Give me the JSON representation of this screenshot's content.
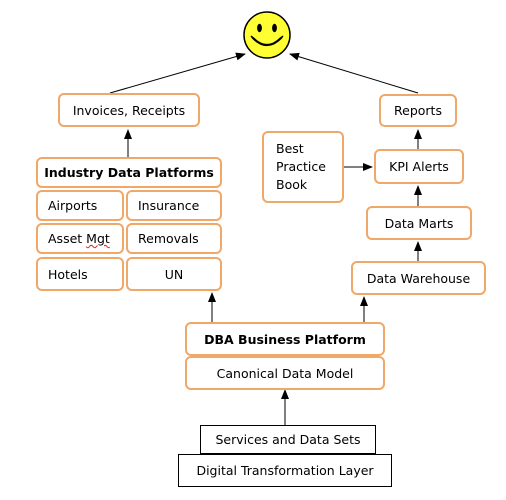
{
  "smiley": {
    "icon": "smiley-face-icon",
    "face_color": "#FFFF33",
    "outline_color": "#000000"
  },
  "left_stack": {
    "top": "Invoices, Receipts",
    "header": "Industry Data Platforms",
    "cells": {
      "airports": "Airports",
      "insurance": "Insurance",
      "asset_mgt": "Asset Mgt",
      "removals": "Removals",
      "hotels": "Hotels",
      "un": "UN"
    }
  },
  "right_stack": {
    "reports": "Reports",
    "kpi": "KPI Alerts",
    "best_practice": [
      "Best",
      "Practice",
      "Book"
    ],
    "data_marts": "Data Marts",
    "data_warehouse": "Data Warehouse"
  },
  "center": {
    "platform": "DBA Business Platform",
    "model": "Canonical Data Model",
    "services": "Services and Data Sets",
    "transformation": "Digital Transformation Layer"
  },
  "colors": {
    "box_border": "#F0A868",
    "line": "#000000"
  }
}
